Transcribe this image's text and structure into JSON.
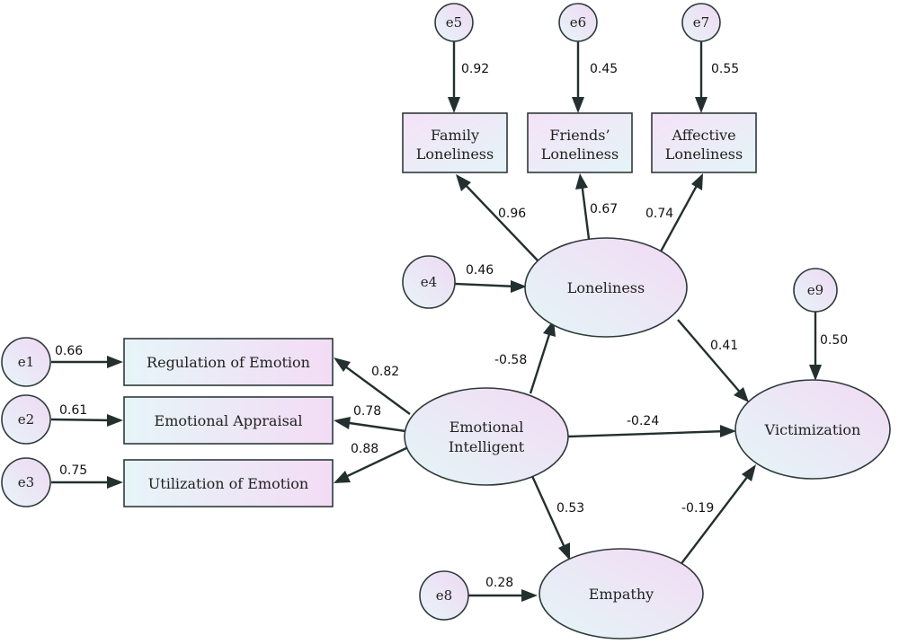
{
  "nodes": {
    "family_loneliness": [
      "Family",
      "Loneliness"
    ],
    "friends_loneliness": [
      "Friends’",
      "Loneliness"
    ],
    "affective_loneliness": [
      "Affective",
      "Loneliness"
    ],
    "loneliness": [
      "Loneliness"
    ],
    "victimization": [
      "Victimization"
    ],
    "emotional_intelligent": [
      "Emotional",
      "Intelligent"
    ],
    "empathy": [
      "Empathy"
    ],
    "regulation_of_emotion": [
      "Regulation of Emotion"
    ],
    "emotional_appraisal": [
      "Emotional Appraisal"
    ],
    "utilization_of_emotion": [
      "Utilization of Emotion"
    ]
  },
  "errors": {
    "e1": "e1",
    "e2": "e2",
    "e3": "e3",
    "e4": "e4",
    "e5": "e5",
    "e6": "e6",
    "e7": "e7",
    "e8": "e8",
    "e9": "e9"
  },
  "coefficients": {
    "e5_family": "0.92",
    "e6_friends": "0.45",
    "e7_affective": "0.55",
    "lon_family": "0.96",
    "lon_friends": "0.67",
    "lon_affective": "0.74",
    "e4_lon": "0.46",
    "e9_vict": "0.50",
    "lon_vict": "0.41",
    "ei_lon": "-0.58",
    "ei_vict": "-0.24",
    "ei_emp": "0.53",
    "emp_vict": "-0.19",
    "e8_emp": "0.28",
    "e1_reg": "0.66",
    "e2_app": "0.61",
    "e3_util": "0.75",
    "ei_reg": "0.82",
    "ei_app": "0.78",
    "ei_util": "0.88"
  },
  "colors": {
    "box_fill_a": "#f3def6",
    "box_fill_b": "#e8f5f8",
    "oval_fill_a": "#e6f6f8",
    "oval_fill_b": "#f2dcf4",
    "stroke": "#2f3a3a"
  }
}
